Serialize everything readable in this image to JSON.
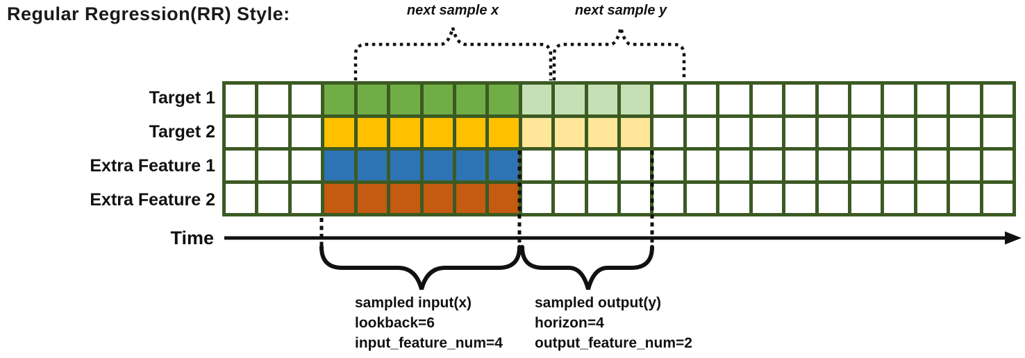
{
  "title": "Regular Regression(RR) Style:",
  "diagram": {
    "grid_line_color": "#3C5A23",
    "empty_cell_color": "#FFFFFF",
    "num_columns": 24,
    "blank_lead_columns": 3,
    "lookback": 6,
    "horizon": 4,
    "rows": [
      {
        "label": "Target 1",
        "input_color": "#70AD47",
        "output_color": "#C5E0B4",
        "has_output": true
      },
      {
        "label": "Target 2",
        "input_color": "#FFC000",
        "output_color": "#FFE699",
        "has_output": true
      },
      {
        "label": "Extra Feature 1",
        "input_color": "#2E74B5",
        "output_color": null,
        "has_output": false
      },
      {
        "label": "Extra Feature 2",
        "input_color": "#C55A11",
        "output_color": null,
        "has_output": false
      }
    ]
  },
  "annotations": {
    "next_sample_x": "next sample x",
    "next_sample_y": "next sample y",
    "time_axis_label": "Time",
    "sampled_input": {
      "lines": [
        "sampled input(x)",
        "lookback=6",
        "input_feature_num=4"
      ]
    },
    "sampled_output": {
      "lines": [
        "sampled output(y)",
        "horizon=4",
        "output_feature_num=2"
      ]
    }
  }
}
